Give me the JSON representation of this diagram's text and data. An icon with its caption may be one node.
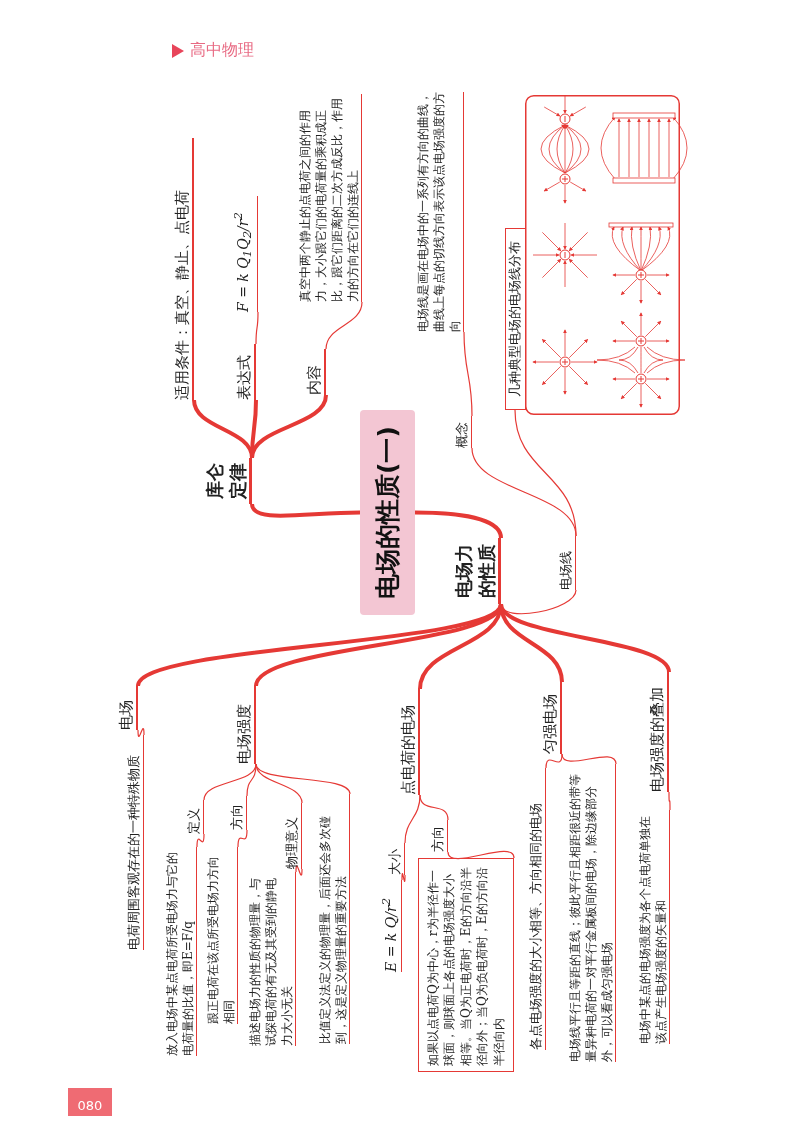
{
  "diagram": {
    "nodes": [
      {
        "text": [
          "电场的性质(一)"
        ]
      },
      {
        "text": [
          "库仑定律"
        ]
      },
      {
        "text": [
          "适用条件：真空、静止、点电荷"
        ]
      },
      {
        "text": [
          "表达式"
        ]
      },
      {
        "text": [
          "F = k Q$_{1}$Q$_{2}$/r$^{2}$"
        ]
      },
      {
        "text": [
          "内容"
        ]
      },
      {
        "text": [
          "真空中两个静止的点电荷之间的作用力，大小跟它们的电荷量的乘积成正比，跟它们距离的二次方成反比，作用力的方向在它们的连线上"
        ]
      },
      {
        "text": [
          "电场力的性质"
        ]
      },
      {
        "text": [
          "电场线"
        ]
      },
      {
        "text": [
          "概念"
        ]
      },
      {
        "text": [
          "电场线是画在电场中的一系列有方向的曲线，曲线上每点的切线方向表示该点电场强度的方向"
        ]
      },
      {
        "text": [
          "几种典型电场的电场线分布"
        ]
      },
      {
        "text": [
          "电场"
        ]
      },
      {
        "text": [
          "电荷周围客观存在的一种特殊物质"
        ]
      },
      {
        "text": [
          "电场强度"
        ]
      },
      {
        "text": [
          "定义"
        ]
      },
      {
        "text": [
          "放入电场中某点电荷所受电场力与它的电荷量的比值，即E=F/q"
        ]
      },
      {
        "text": [
          "方向"
        ]
      },
      {
        "text": [
          "跟正电荷在该点所受电场力方向相同"
        ]
      },
      {
        "text": [
          "物理意义"
        ]
      },
      {
        "text": [
          "描述电场力的性质的物理量，与试探电荷的有无及其受到的静电力大小无关"
        ]
      },
      {
        "text": [
          "比值定义法定义的物理量，后面还会多次碰到，这是定义物理量的重要方法"
        ]
      },
      {
        "text": [
          "点电荷的电场"
        ]
      },
      {
        "text": [
          "大小"
        ]
      },
      {
        "text": [
          "E = k Q/r$^{2}$"
        ]
      },
      {
        "text": [
          "方向"
        ]
      },
      {
        "text": [
          "如果以点电荷Q为中心，r为半径作一球面，则球面上各点的电场强度大小相等。当Q为正电荷时，E的方向沿半径向外；当Q为负电荷时，E的方向沿半径向内"
        ]
      },
      {
        "text": [
          "匀强电场"
        ]
      },
      {
        "text": [
          "各点电场强度的大小相等、方向相同的电场"
        ]
      },
      {
        "text": [
          "电场线平行且等距的直线；彼此平行且相距很近的带等量异种电荷的一对平行金属板间的电场，除边缘部分外，可以看成匀强电场"
        ]
      },
      {
        "text": [
          "电场强度的叠加"
        ]
      },
      {
        "text": [
          "电场中某点的电场强度为各个点电荷单独在该点产生电场强度的矢量和"
        ]
      }
    ],
    "edges": [
      {
        "from": 0,
        "to": 1,
        "arrow": "none",
        "style": "thick"
      },
      {
        "from": 1,
        "to": 2,
        "arrow": "none",
        "style": "thick"
      },
      {
        "from": 1,
        "to": 3,
        "arrow": "none",
        "style": "thick"
      },
      {
        "from": 1,
        "to": 5,
        "arrow": "none",
        "style": "thick"
      },
      {
        "from": 3,
        "to": 4,
        "arrow": "none"
      },
      {
        "from": 5,
        "to": 6,
        "arrow": "none"
      },
      {
        "from": 0,
        "to": 7,
        "arrow": "none",
        "style": "thick"
      },
      {
        "from": 7,
        "to": 8,
        "arrow": "none"
      },
      {
        "from": 8,
        "to": 9,
        "arrow": "none"
      },
      {
        "from": 9,
        "to": 10,
        "arrow": "none"
      },
      {
        "from": 8,
        "to": 11,
        "arrow": "none"
      },
      {
        "from": 7,
        "to": 12,
        "arrow": "none",
        "style": "thick"
      },
      {
        "from": 7,
        "to": 14,
        "arrow": "none",
        "style": "thick"
      },
      {
        "from": 7,
        "to": 22,
        "arrow": "none",
        "style": "thick"
      },
      {
        "from": 7,
        "to": 27,
        "arrow": "none",
        "style": "thick"
      },
      {
        "from": 7,
        "to": 30,
        "arrow": "none",
        "style": "thick"
      },
      {
        "from": 12,
        "to": 13,
        "arrow": "none"
      },
      {
        "from": 14,
        "to": 15,
        "arrow": "none"
      },
      {
        "from": 14,
        "to": 17,
        "arrow": "none"
      },
      {
        "from": 14,
        "to": 19,
        "arrow": "none"
      },
      {
        "from": 14,
        "to": 21,
        "arrow": "none"
      },
      {
        "from": 15,
        "to": 16,
        "arrow": "none"
      },
      {
        "from": 17,
        "to": 18,
        "arrow": "none"
      },
      {
        "from": 19,
        "to": 20,
        "arrow": "none"
      },
      {
        "from": 22,
        "to": 23,
        "arrow": "none"
      },
      {
        "from": 22,
        "to": 25,
        "arrow": "none"
      },
      {
        "from": 23,
        "to": 24,
        "arrow": "none"
      },
      {
        "from": 25,
        "to": 26,
        "arrow": "none"
      },
      {
        "from": 27,
        "to": 28,
        "arrow": "none"
      },
      {
        "from": 27,
        "to": 29,
        "arrow": "none"
      },
      {
        "from": 30,
        "to": 31,
        "arrow": "none"
      }
    ],
    "labels": [
      "高中物理",
      "080"
    ]
  }
}
